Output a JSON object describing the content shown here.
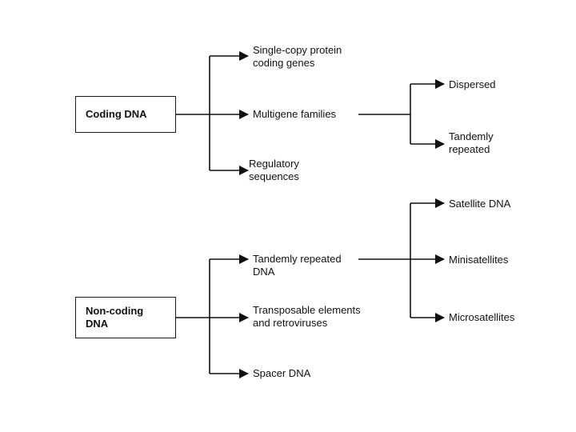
{
  "colors": {
    "line": "#111111",
    "box_border": "#1a1a1a",
    "text": "#111111",
    "background": "#ffffff"
  },
  "coding": {
    "box_label": "Coding DNA",
    "branches": {
      "single_copy": "Single-copy protein\ncoding genes",
      "multigene": "Multigene families",
      "regulatory": "Regulatory\nsequences"
    },
    "multigene_children": {
      "dispersed": "Dispersed",
      "tandemly_repeated": "Tandemly\nrepeated"
    }
  },
  "noncoding": {
    "box_label": "Non-coding\nDNA",
    "branches": {
      "tandemly_repeated_dna": "Tandemly repeated\nDNA",
      "transposable": "Transposable elements\nand retroviruses",
      "spacer": "Spacer DNA"
    },
    "tandem_children": {
      "satellite": "Satellite DNA",
      "minisatellites": "Minisatellites",
      "microsatellites": "Microsatellites"
    }
  }
}
